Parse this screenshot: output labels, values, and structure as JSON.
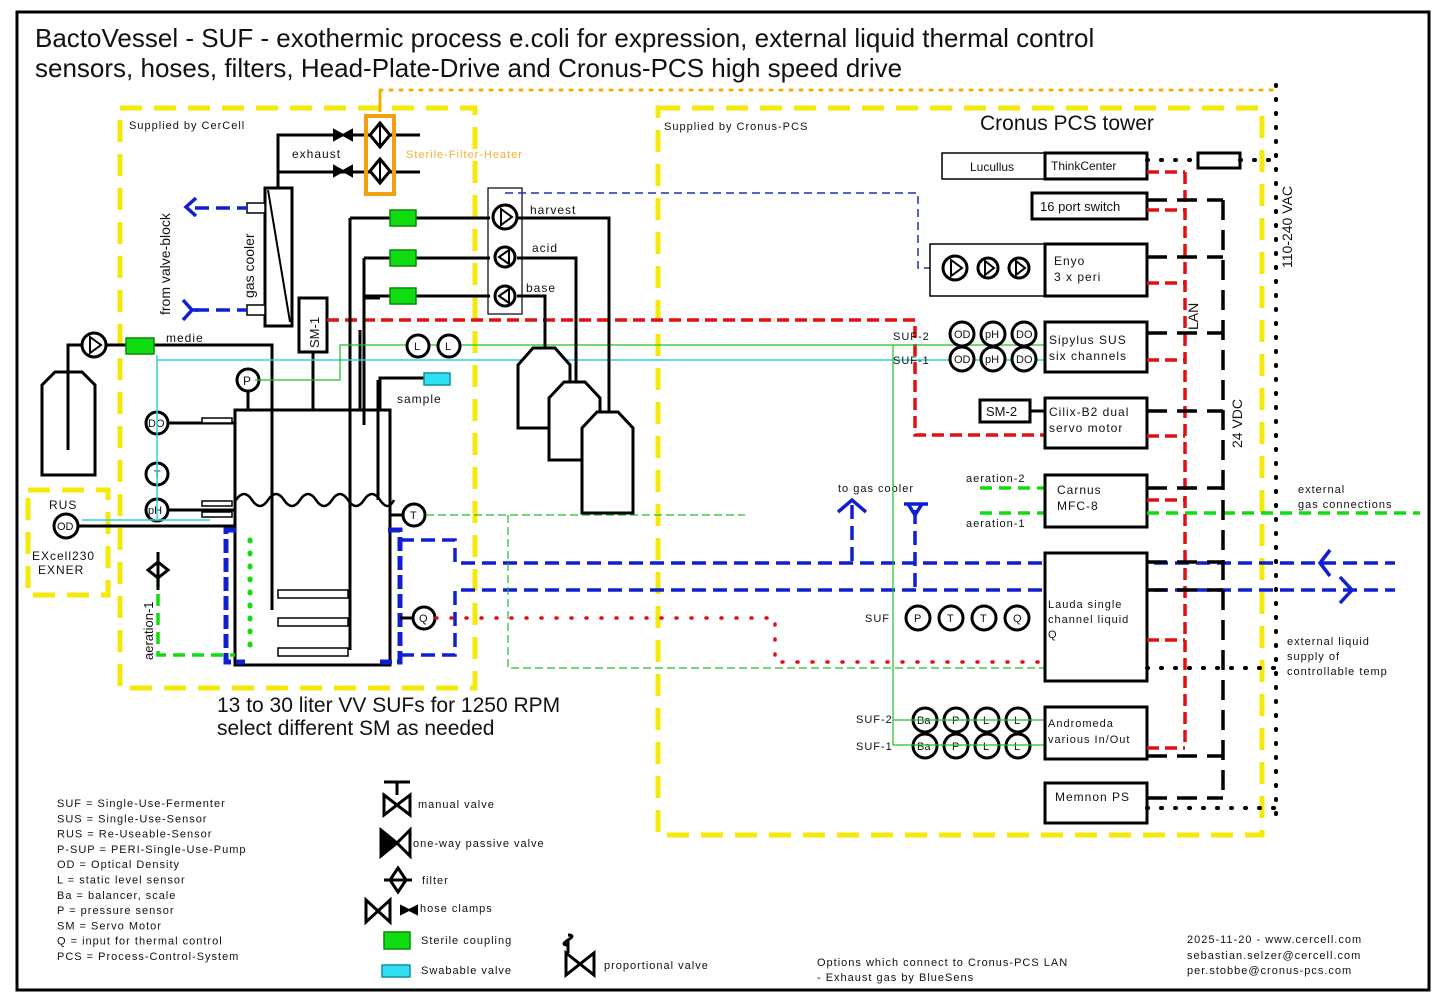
{
  "title": {
    "line1": "BactoVessel - SUF - exothermic process e.coli for expression, external liquid thermal control",
    "line2": "sensors, hoses, filters, Head-Plate-Drive and Cronus-PCS high speed drive"
  },
  "cercell_area": {
    "label": "Supplied by CerCell",
    "exhaust": "exhaust",
    "sterile_filter_heater": "Sterile-Filter-Heater",
    "from_valve_block": "from valve-block",
    "gas_cooler": "gas cooler",
    "sm1": "SM-1",
    "medie": "medie",
    "harvest": "harvest",
    "acid": "acid",
    "base": "base",
    "sample": "sample",
    "aeration1": "aeration-1",
    "sensors": {
      "P": "P",
      "DO": "DO",
      "T": "T",
      "pH": "pH",
      "L": "L",
      "Q": "Q",
      "OD": "OD"
    },
    "vessel_caption_1": "13 to 30 liter VV SUFs for 1250 RPM",
    "vessel_caption_2": "select different SM as needed"
  },
  "rus_area": {
    "label": "RUS",
    "sensor": "OD",
    "device_1": "EXcell230",
    "device_2": "EXNER"
  },
  "cronus_area": {
    "label": "Supplied by Cronus-PCS",
    "tower_title": "Cronus PCS tower",
    "lucullus": "Lucullus",
    "thinkcenter": "ThinkCenter",
    "switch": "16 port switch",
    "enyo_1": "Enyo",
    "enyo_2": "3 x peri",
    "sipylus_1": "Sipylus SUS",
    "sipylus_2": "six channels",
    "sipylus_sensors": [
      "OD",
      "pH",
      "DO"
    ],
    "suf1": "SUF-1",
    "suf2": "SUF-2",
    "suf": "SUF",
    "sm2": "SM-2",
    "cilix_1": "Cilix-B2 dual",
    "cilix_2": "servo motor",
    "aeration2": "aeration-2",
    "aeration1": "aeration-1",
    "carnus_1": "Carnus",
    "carnus_2": "MFC-8",
    "to_gas_cooler": "to gas cooler",
    "lauda_1": "Lauda single",
    "lauda_2": "channel liquid",
    "lauda_3": "Q",
    "lauda_sensors": [
      "P",
      "T",
      "T",
      "Q"
    ],
    "andromeda_1": "Andromeda",
    "andromeda_2": "various In/Out",
    "andromeda_sensors": [
      "Ba",
      "P",
      "L",
      "L"
    ],
    "memnon": "Memnon PS",
    "lan": "LAN",
    "vdc": "24 VDC",
    "vac": "110-240 VAC"
  },
  "external": {
    "gas_1": "external",
    "gas_2": "gas connections",
    "liquid_1": "external liquid",
    "liquid_2": "supply of",
    "liquid_3": "controllable temp"
  },
  "abbreviations": [
    "SUF = Single-Use-Fermenter",
    "SUS = Single-Use-Sensor",
    "RUS = Re-Useable-Sensor",
    "P-SUP = PERI-Single-Use-Pump",
    "OD = Optical Density",
    "L = static level sensor",
    "Ba = balancer, scale",
    "P = pressure sensor",
    "SM = Servo Motor",
    "Q = input for thermal control",
    "PCS = Process-Control-System"
  ],
  "symbols": {
    "manual_valve": "manual valve",
    "one_way": "one-way passive valve",
    "filter": "filter",
    "hose_clamps": "hose clamps",
    "sterile_coupling": "Sterile coupling",
    "swabable_valve": "Swabable valve",
    "proportional_valve": "proportional valve"
  },
  "options": {
    "line1": "Options which connect to Cronus-PCS LAN",
    "line2": "- Exhaust gas by BlueSens"
  },
  "credits": {
    "line1": "2025-11-20 - www.cercell.com",
    "line2": "sebastian.selzer@cercell.com",
    "line3": "per.stobbe@cronus-pcs.com"
  }
}
